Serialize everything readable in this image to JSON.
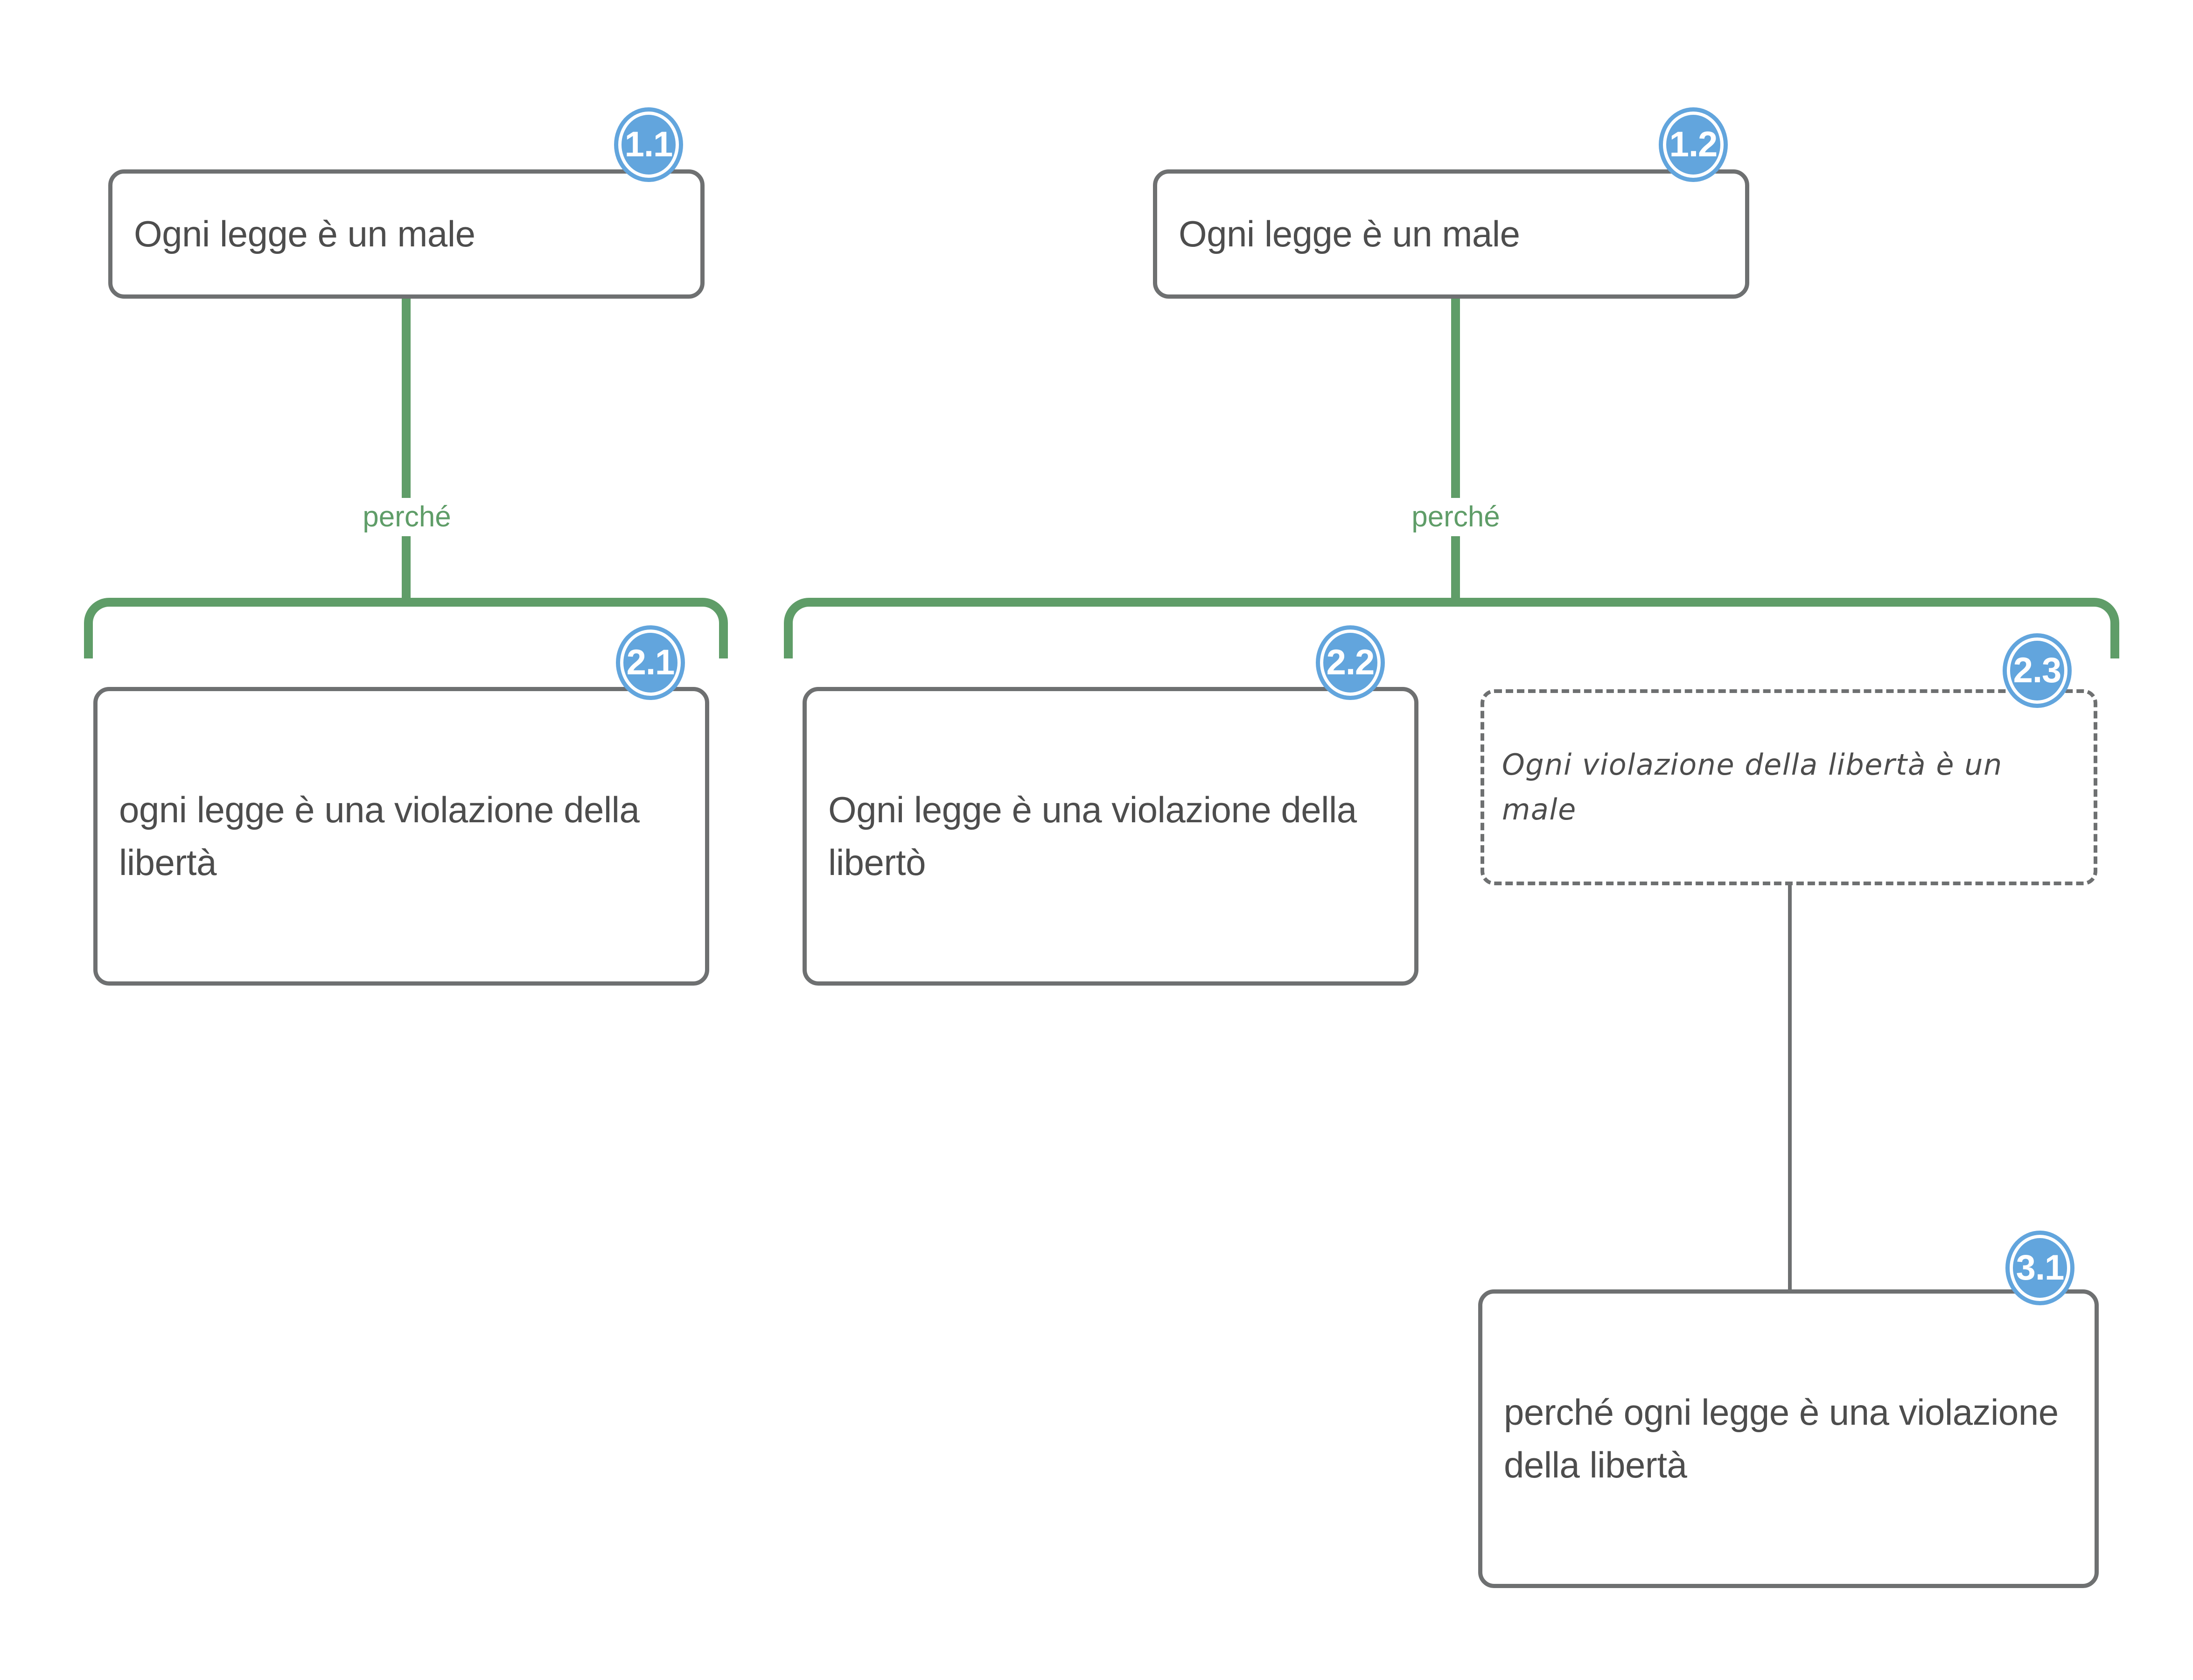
{
  "diagram": {
    "title": "Argument map - Ogni legge e un male",
    "colors": {
      "badge_blue": "#62a5dd",
      "connector_green": "#5f9d68",
      "box_border_gray": "#6e7071",
      "text_gray": "#4d4d4d",
      "background": "#ffffff"
    },
    "nodes": [
      {
        "id": "1.1",
        "badge": "1.1",
        "text": "Ogni legge è un male",
        "style": "solid"
      },
      {
        "id": "1.2",
        "badge": "1.2",
        "text": "Ogni legge è un male",
        "style": "solid"
      },
      {
        "id": "2.1",
        "badge": "2.1",
        "text": "ogni legge è una violazione della libertà",
        "style": "solid"
      },
      {
        "id": "2.2",
        "badge": "2.2",
        "text": "Ogni legge è una violazione della libertò",
        "style": "solid"
      },
      {
        "id": "2.3",
        "badge": "2.3",
        "text": "Ogni violazione della libertà è un male",
        "style": "dashed"
      },
      {
        "id": "3.1",
        "badge": "3.1",
        "text": "perché ogni legge è una violazione della libertà",
        "style": "solid"
      }
    ],
    "edge_labels": [
      {
        "id": "edge-left",
        "label": "perché"
      },
      {
        "id": "edge-right",
        "label": "perché"
      }
    ]
  }
}
